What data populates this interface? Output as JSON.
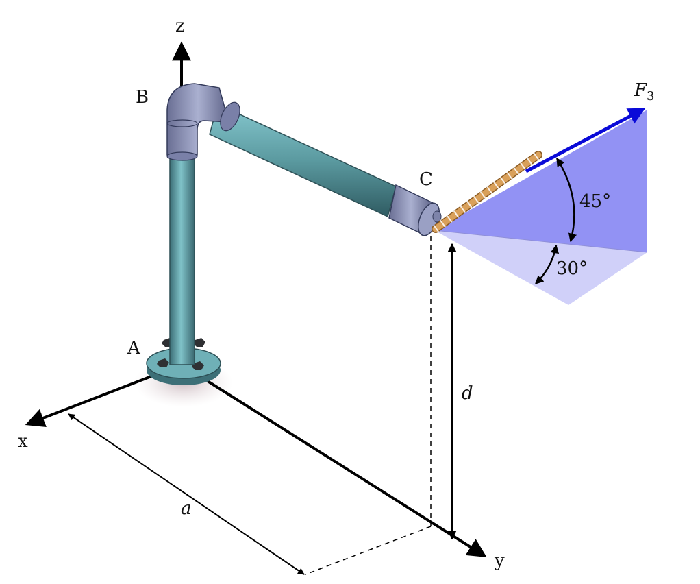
{
  "figure": {
    "axes": {
      "x": "x",
      "y": "y",
      "z": "z"
    },
    "points": {
      "A": "A",
      "B": "B",
      "C": "C"
    },
    "force": {
      "label_main": "F",
      "label_sub": "3"
    },
    "dimensions": {
      "a": "a",
      "d": "d"
    },
    "angles": {
      "upper": "45°",
      "lower": "30°"
    },
    "colors": {
      "pipe": "#5b9aa0",
      "pipe_dark": "#3f6f78",
      "fitting": "#8a8fb3",
      "force_vector": "#0a0ad8",
      "plane_upper": "#7f7ff2",
      "plane_lower": "#c8c8f8",
      "rope": "#c98a3a"
    }
  }
}
